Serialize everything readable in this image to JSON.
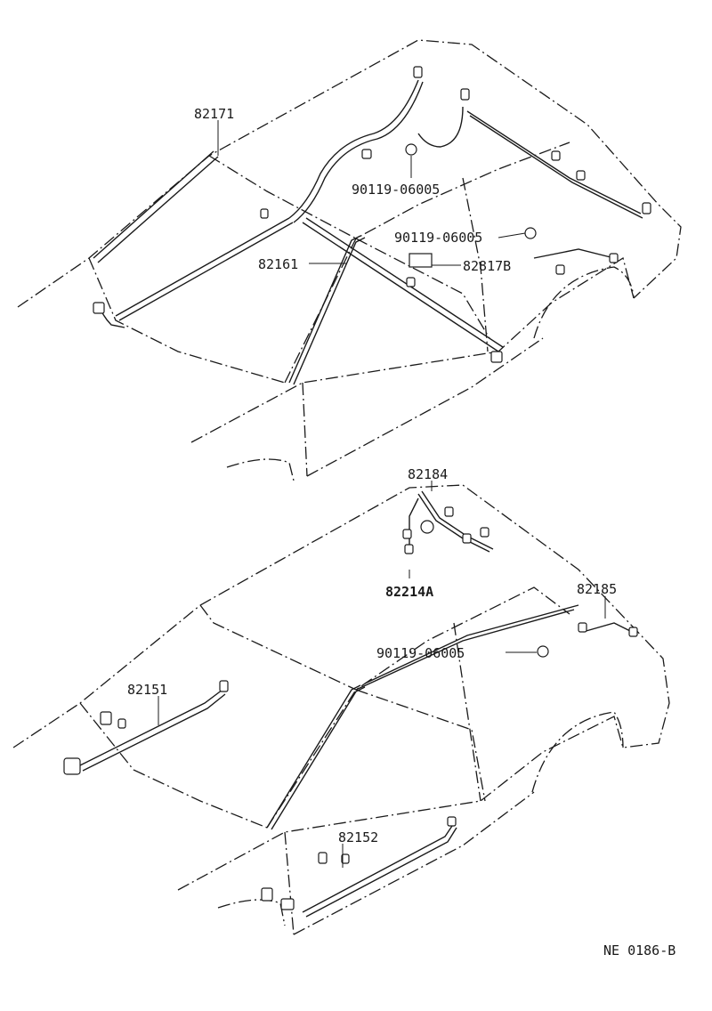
{
  "top_view": {
    "labels": {
      "wire_82171": "82171",
      "bolt_a": "90119-06005",
      "bolt_b": "90119-06005",
      "wire_82161": "82161",
      "part_82817b": "82817B"
    }
  },
  "bottom_view": {
    "labels": {
      "wire_82184": "82184",
      "wire_82214a": "82214A",
      "wire_82185": "82185",
      "bolt_c": "90119-06005",
      "wire_82151": "82151",
      "wire_82152": "82152"
    }
  },
  "figure_code": "NE 0186-B"
}
